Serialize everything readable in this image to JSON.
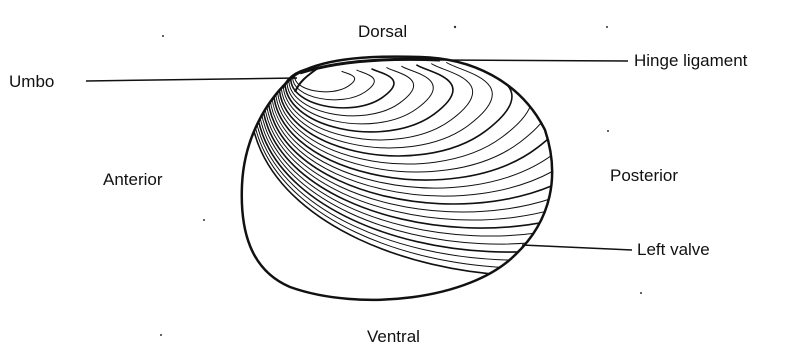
{
  "labels": {
    "dorsal": "Dorsal",
    "ventral": "Ventral",
    "anterior": "Anterior",
    "posterior": "Posterior",
    "umbo": "Umbo",
    "hinge_ligament": "Hinge ligament",
    "left_valve": "Left valve"
  },
  "colors": {
    "ink": "#111111",
    "background": "#ffffff"
  }
}
